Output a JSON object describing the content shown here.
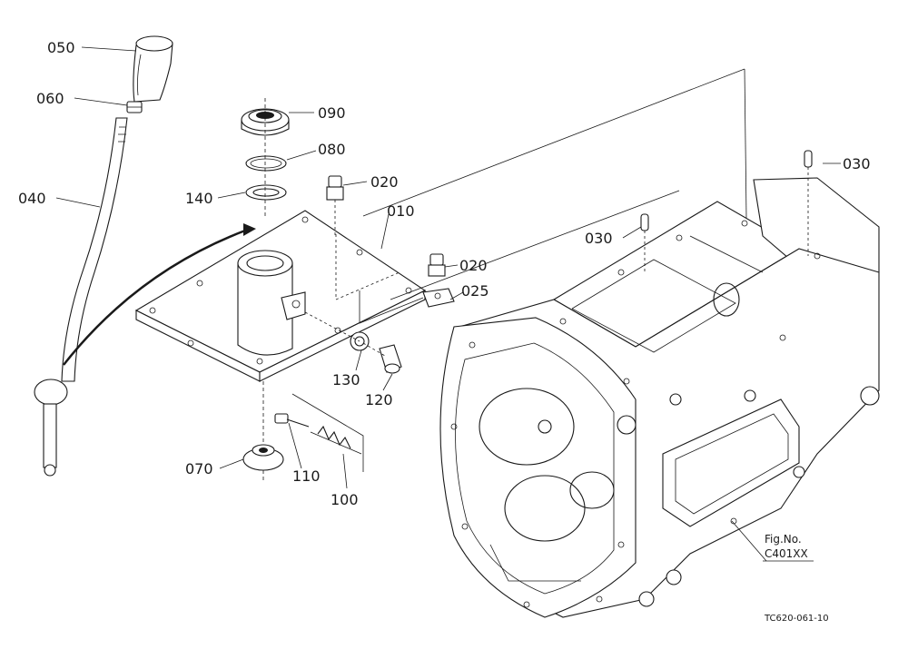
{
  "parts": {
    "p010": "010",
    "p020a": "020",
    "p020b": "020",
    "p025": "025",
    "p030a": "030",
    "p030b": "030",
    "p040": "040",
    "p050": "050",
    "p060": "060",
    "p070": "070",
    "p080": "080",
    "p090": "090",
    "p100": "100",
    "p110": "110",
    "p120": "120",
    "p130": "130",
    "p140": "140"
  },
  "figure": {
    "label": "Fig.No.",
    "number": "C401XX"
  },
  "drawing_code": "TC620-061-10"
}
